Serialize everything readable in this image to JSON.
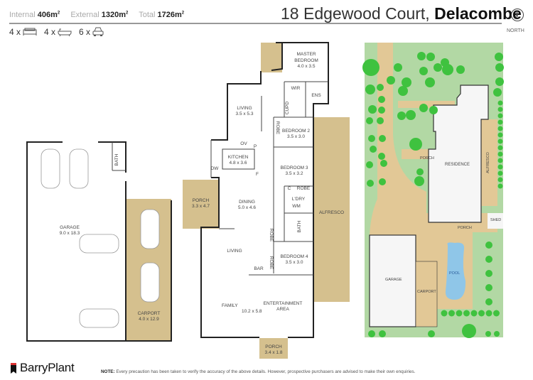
{
  "header": {
    "stats": [
      {
        "label": "Internal",
        "value": "406m",
        "unit_sup": "2"
      },
      {
        "label": "External",
        "value": "1320m",
        "unit_sup": "2"
      },
      {
        "label": "Total",
        "value": "1726m",
        "unit_sup": "2"
      }
    ],
    "features": [
      {
        "count": "4 x",
        "icon": "bed-icon"
      },
      {
        "count": "4 x",
        "icon": "bath-icon"
      },
      {
        "count": "6 x",
        "icon": "car-icon"
      }
    ],
    "address_street": "18 Edgewood Court,",
    "address_suburb": "Delacombe",
    "north_label": "NORTH"
  },
  "floor_plan": {
    "rooms": {
      "garage": {
        "name": "GARAGE",
        "dims": "9.0 x 18.3"
      },
      "garage_bath": {
        "name": "BATH"
      },
      "carport": {
        "name": "CARPORT",
        "dims": "4.0 x 12.9"
      },
      "master": {
        "name": "MASTER BEDROOM",
        "dims": "4.0 x 3.5"
      },
      "wir": {
        "name": "WIR"
      },
      "ens": {
        "name": "ENS"
      },
      "cupd": {
        "name": "CUPD"
      },
      "living_upper": {
        "name": "LIVING",
        "dims": "3.5 x 5.3"
      },
      "bedroom2": {
        "name": "BEDROOM 2",
        "dims": "3.5 x 3.0"
      },
      "robe2": {
        "name": "ROBE"
      },
      "kitchen": {
        "name": "KITCHEN",
        "dims": "4.8 x 3.6"
      },
      "ov": {
        "name": "OV"
      },
      "p": {
        "name": "P"
      },
      "f": {
        "name": "F"
      },
      "dw": {
        "name": "DW"
      },
      "bedroom3": {
        "name": "BEDROOM 3",
        "dims": "3.5 x 3.2"
      },
      "c": {
        "name": "C"
      },
      "robe3": {
        "name": "ROBE"
      },
      "laundry": {
        "name": "L'DRY"
      },
      "wm": {
        "name": "WM"
      },
      "bath": {
        "name": "BATH"
      },
      "porch_side": {
        "name": "PORCH",
        "dims": "3.3 x 4.7"
      },
      "dining": {
        "name": "DINING",
        "dims": "5.0 x 4.6"
      },
      "alfresco": {
        "name": "ALFRESCO"
      },
      "living_lower": {
        "name": "LIVING"
      },
      "robe4a": {
        "name": "ROBE"
      },
      "robe4b": {
        "name": "ROBE"
      },
      "bar": {
        "name": "BAR"
      },
      "bedroom4": {
        "name": "BEDROOM 4",
        "dims": "3.5 x 3.0"
      },
      "family": {
        "name": "FAMILY",
        "dims": "10.2 x 5.8"
      },
      "entertainment": {
        "name": "ENTERTAINMENT AREA"
      },
      "porch_front": {
        "name": "PORCH",
        "dims": "3.4 x 1.8"
      }
    }
  },
  "site_plan": {
    "labels": {
      "porch_front": "PORCH",
      "residence": "RESIDENCE",
      "alfresco": "ALFRESCO",
      "shed": "SHED",
      "porch_rear": "PORCH",
      "garage": "GARAGE",
      "carport": "CARPORT",
      "pool": "POOL"
    },
    "colors": {
      "lawn": "#b2d8a4",
      "tree": "#3fc23f",
      "path": "#e2c896",
      "pool": "#8fc6e8",
      "building": "#f6f6f6"
    }
  },
  "footer": {
    "brand": "BarryPlant",
    "note_label": "NOTE:",
    "note_text": "Every precaution has been taken to verify the accuracy of the above details. However, prospective purchasers are advised to make their own enquiries."
  }
}
